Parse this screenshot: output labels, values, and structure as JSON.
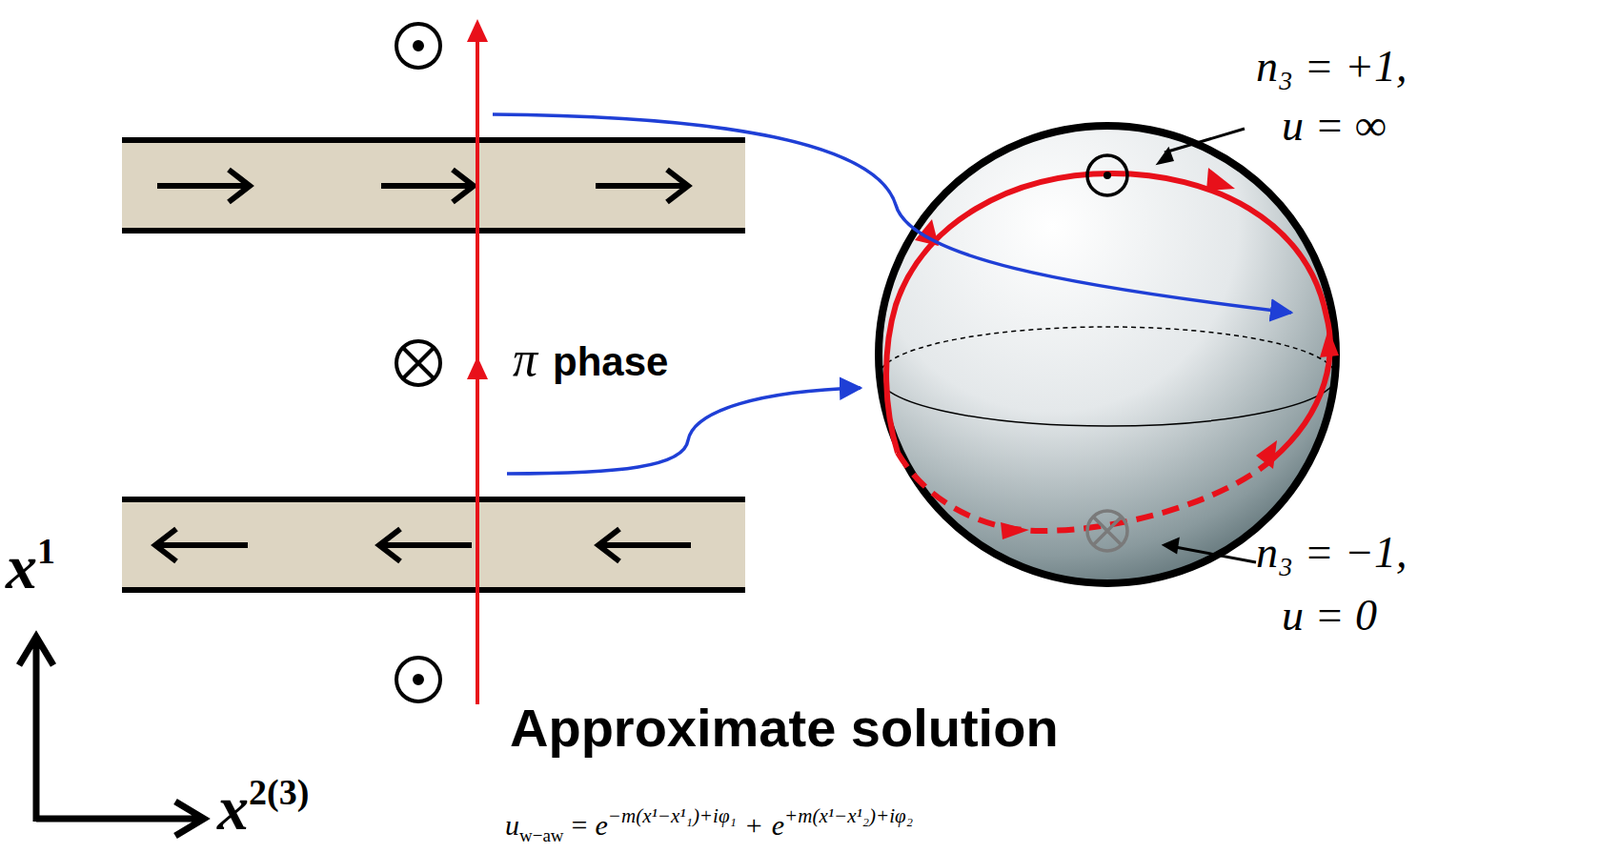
{
  "diagram": {
    "labels": [
      "π",
      "phase",
      "n₃ = +1,",
      "u = ∞",
      "n₃ = −1,",
      "u = 0",
      "x",
      "1",
      "x",
      "2(3)",
      "Approximate solution",
      "u",
      "w−aw",
      "=",
      "e",
      "−m(x¹−x¹₁)+iφ₁",
      "+",
      "e",
      "+m(x¹−x¹₂)+iφ₂"
    ]
  }
}
